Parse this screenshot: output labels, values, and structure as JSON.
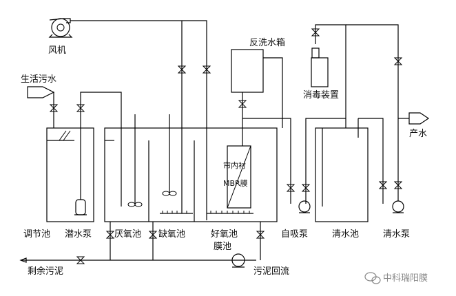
{
  "labels": {
    "blower": "风机",
    "domestic_sewage": "生活污水",
    "backwash_tank": "反洗水箱",
    "disinfection_device": "消毒装置",
    "product_water": "产水",
    "membrane_unit": "帘内衬",
    "mbr_membrane": "MBR膜",
    "regulating_tank": "调节池",
    "submersible_pump": "潜水泵",
    "anaerobic_tank": "厌氧池",
    "anoxic_tank": "缺氧池",
    "aerobic_tank": "好氧池",
    "membrane_tank": "膜池",
    "self_priming_pump": "自吸泵",
    "clear_water_tank": "清水池",
    "clear_water_pump": "清水泵",
    "excess_sludge": "剩余污泥",
    "sludge_return": "污泥回流",
    "watermark": "中科瑞阳膜"
  },
  "colors": {
    "line": "#000000",
    "background": "#ffffff",
    "watermark": "#888888"
  },
  "icons": [
    "blower-icon",
    "valve-icon",
    "pump-icon",
    "stirrer-icon",
    "aerator-icon",
    "wechat-logo-icon"
  ]
}
